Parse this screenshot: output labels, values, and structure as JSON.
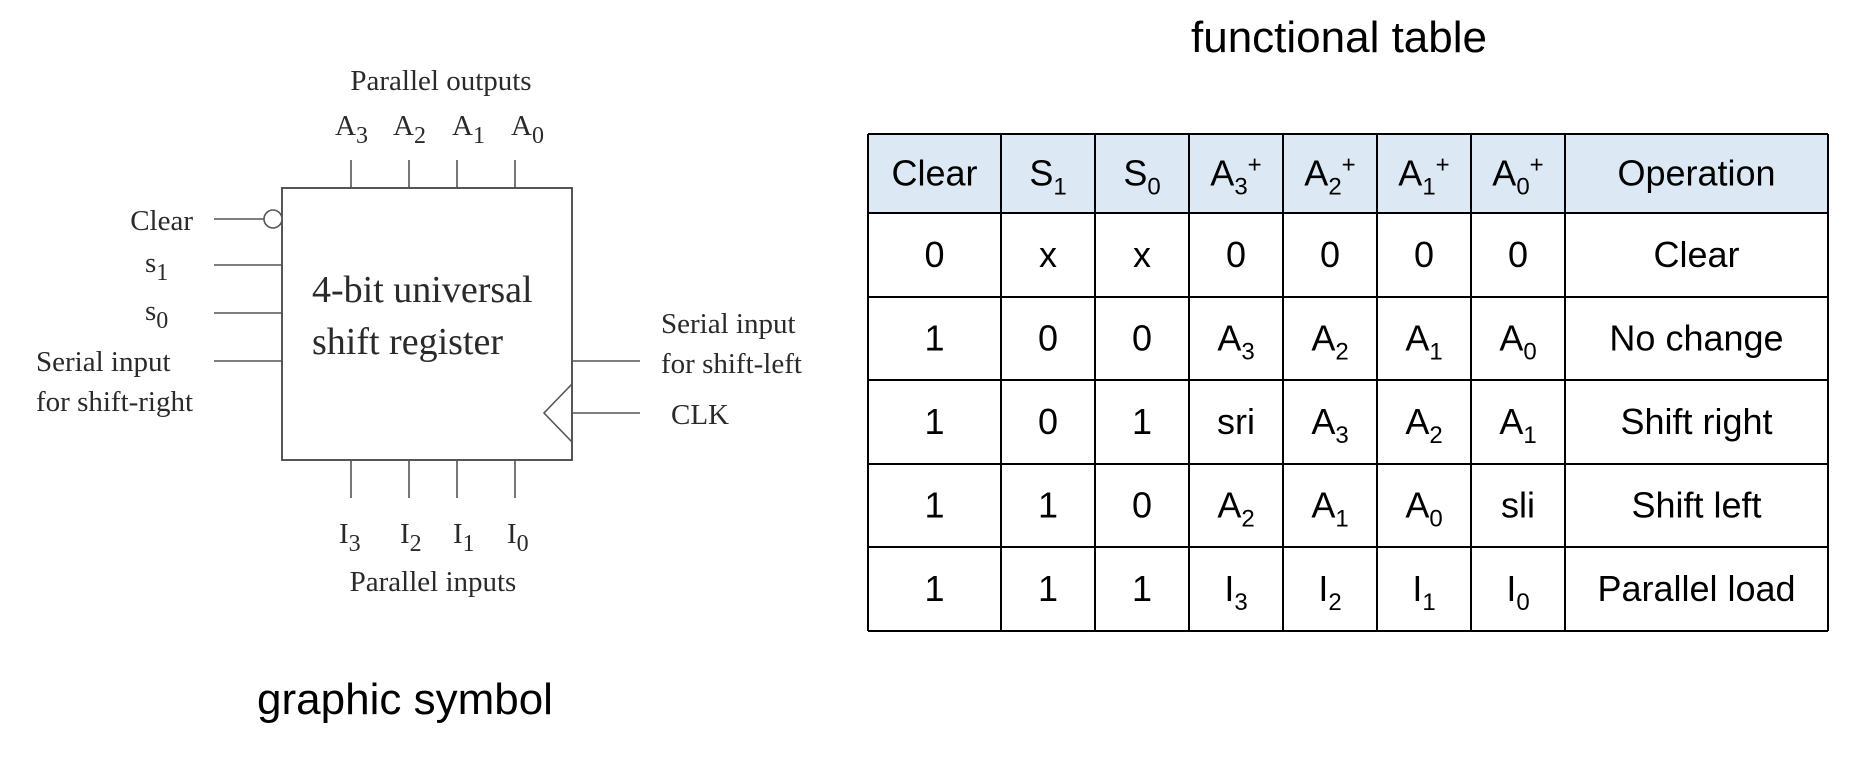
{
  "symbol": {
    "caption": "graphic symbol",
    "box_line1": "4-bit universal",
    "box_line2": "shift register",
    "parallel_outputs_label": "Parallel outputs",
    "parallel_inputs_label": "Parallel inputs",
    "outputs": [
      {
        "base": "A",
        "sub": "3"
      },
      {
        "base": "A",
        "sub": "2"
      },
      {
        "base": "A",
        "sub": "1"
      },
      {
        "base": "A",
        "sub": "0"
      }
    ],
    "inputs": [
      {
        "base": "I",
        "sub": "3"
      },
      {
        "base": "I",
        "sub": "2"
      },
      {
        "base": "I",
        "sub": "1"
      },
      {
        "base": "I",
        "sub": "0"
      }
    ],
    "clear_label": "Clear",
    "s1": {
      "base": "s",
      "sub": "1"
    },
    "s0": {
      "base": "s",
      "sub": "0"
    },
    "serial_right_line1": "Serial input",
    "serial_right_line2": "for shift-right",
    "serial_left_line1": "Serial input",
    "serial_left_line2": "for shift-left",
    "clk_label": "CLK"
  },
  "table": {
    "caption": "functional table",
    "header_fill": "#dce9f5",
    "headers": [
      {
        "base": "Clear",
        "sub": "",
        "sup": ""
      },
      {
        "base": "S",
        "sub": "1",
        "sup": ""
      },
      {
        "base": "S",
        "sub": "0",
        "sup": ""
      },
      {
        "base": "A",
        "sub": "3",
        "sup": "+"
      },
      {
        "base": "A",
        "sub": "2",
        "sup": "+"
      },
      {
        "base": "A",
        "sub": "1",
        "sup": "+"
      },
      {
        "base": "A",
        "sub": "0",
        "sup": "+"
      },
      {
        "base": "Operation",
        "sub": "",
        "sup": ""
      }
    ],
    "rows": [
      [
        {
          "base": "0",
          "sub": ""
        },
        {
          "base": "x",
          "sub": ""
        },
        {
          "base": "x",
          "sub": ""
        },
        {
          "base": "0",
          "sub": ""
        },
        {
          "base": "0",
          "sub": ""
        },
        {
          "base": "0",
          "sub": ""
        },
        {
          "base": "0",
          "sub": ""
        },
        {
          "base": "Clear",
          "sub": ""
        }
      ],
      [
        {
          "base": "1",
          "sub": ""
        },
        {
          "base": "0",
          "sub": ""
        },
        {
          "base": "0",
          "sub": ""
        },
        {
          "base": "A",
          "sub": "3"
        },
        {
          "base": "A",
          "sub": "2"
        },
        {
          "base": "A",
          "sub": "1"
        },
        {
          "base": "A",
          "sub": "0"
        },
        {
          "base": "No change",
          "sub": ""
        }
      ],
      [
        {
          "base": "1",
          "sub": ""
        },
        {
          "base": "0",
          "sub": ""
        },
        {
          "base": "1",
          "sub": ""
        },
        {
          "base": "sri",
          "sub": ""
        },
        {
          "base": "A",
          "sub": "3"
        },
        {
          "base": "A",
          "sub": "2"
        },
        {
          "base": "A",
          "sub": "1"
        },
        {
          "base": "Shift right",
          "sub": ""
        }
      ],
      [
        {
          "base": "1",
          "sub": ""
        },
        {
          "base": "1",
          "sub": ""
        },
        {
          "base": "0",
          "sub": ""
        },
        {
          "base": "A",
          "sub": "2"
        },
        {
          "base": "A",
          "sub": "1"
        },
        {
          "base": "A",
          "sub": "0"
        },
        {
          "base": "sli",
          "sub": ""
        },
        {
          "base": "Shift left",
          "sub": ""
        }
      ],
      [
        {
          "base": "1",
          "sub": ""
        },
        {
          "base": "1",
          "sub": ""
        },
        {
          "base": "1",
          "sub": ""
        },
        {
          "base": "I",
          "sub": "3"
        },
        {
          "base": "I",
          "sub": "2"
        },
        {
          "base": "I",
          "sub": "1"
        },
        {
          "base": "I",
          "sub": "0"
        },
        {
          "base": "Parallel load",
          "sub": ""
        }
      ]
    ]
  }
}
